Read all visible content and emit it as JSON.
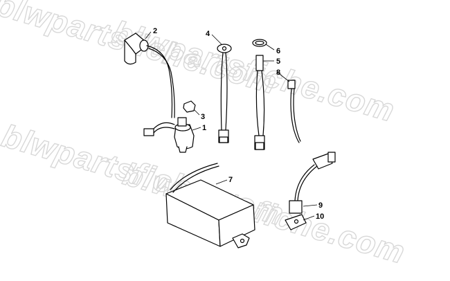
{
  "watermark": {
    "lines": [
      "blwpartsfiche.com",
      "blwpartsfiche.com",
      "blwpartsfiche.com",
      "blwpartsfiche.com"
    ]
  },
  "callouts": [
    {
      "id": "2",
      "label": "2"
    },
    {
      "id": "4",
      "label": "4"
    },
    {
      "id": "6",
      "label": "6"
    },
    {
      "id": "5",
      "label": "5"
    },
    {
      "id": "8",
      "label": "8"
    },
    {
      "id": "3",
      "label": "3"
    },
    {
      "id": "1",
      "label": "1"
    },
    {
      "id": "7",
      "label": "7"
    },
    {
      "id": "9",
      "label": "9"
    },
    {
      "id": "10",
      "label": "10"
    }
  ]
}
